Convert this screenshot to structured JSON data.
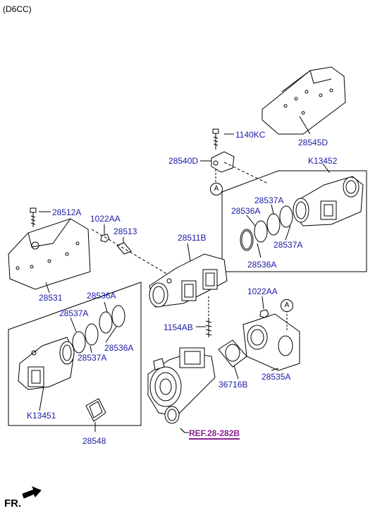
{
  "header": {
    "engine_code": "(D6CC)"
  },
  "labels": {
    "p1140KC": "1140KC",
    "p28545D": "28545D",
    "p28540D": "28540D",
    "pK13452": "K13452",
    "p28512A": "28512A",
    "p1022AA_1": "1022AA",
    "p28513": "28513",
    "p28511B": "28511B",
    "p28537A_r1": "28537A",
    "p28536A_r1": "28536A",
    "p28537A_r2": "28537A",
    "p28536A_r2": "28536A",
    "p28531": "28531",
    "p28536A_l1": "28536A",
    "p28537A_l1": "28537A",
    "p28536A_l2": "28536A",
    "p28537A_l2": "28537A",
    "p1022AA_2": "1022AA",
    "p1154AB": "1154AB",
    "p36716B": "36716B",
    "p28535A": "28535A",
    "pK13451": "K13451",
    "p28548": "28548"
  },
  "callouts": {
    "a_top": "A",
    "a_bottom": "A"
  },
  "reference": {
    "text": "REF.28-282B"
  },
  "direction": {
    "text": "FR."
  },
  "colors": {
    "label": "#1a1aa6",
    "reference": "#8a1f8f",
    "line": "#000000"
  }
}
